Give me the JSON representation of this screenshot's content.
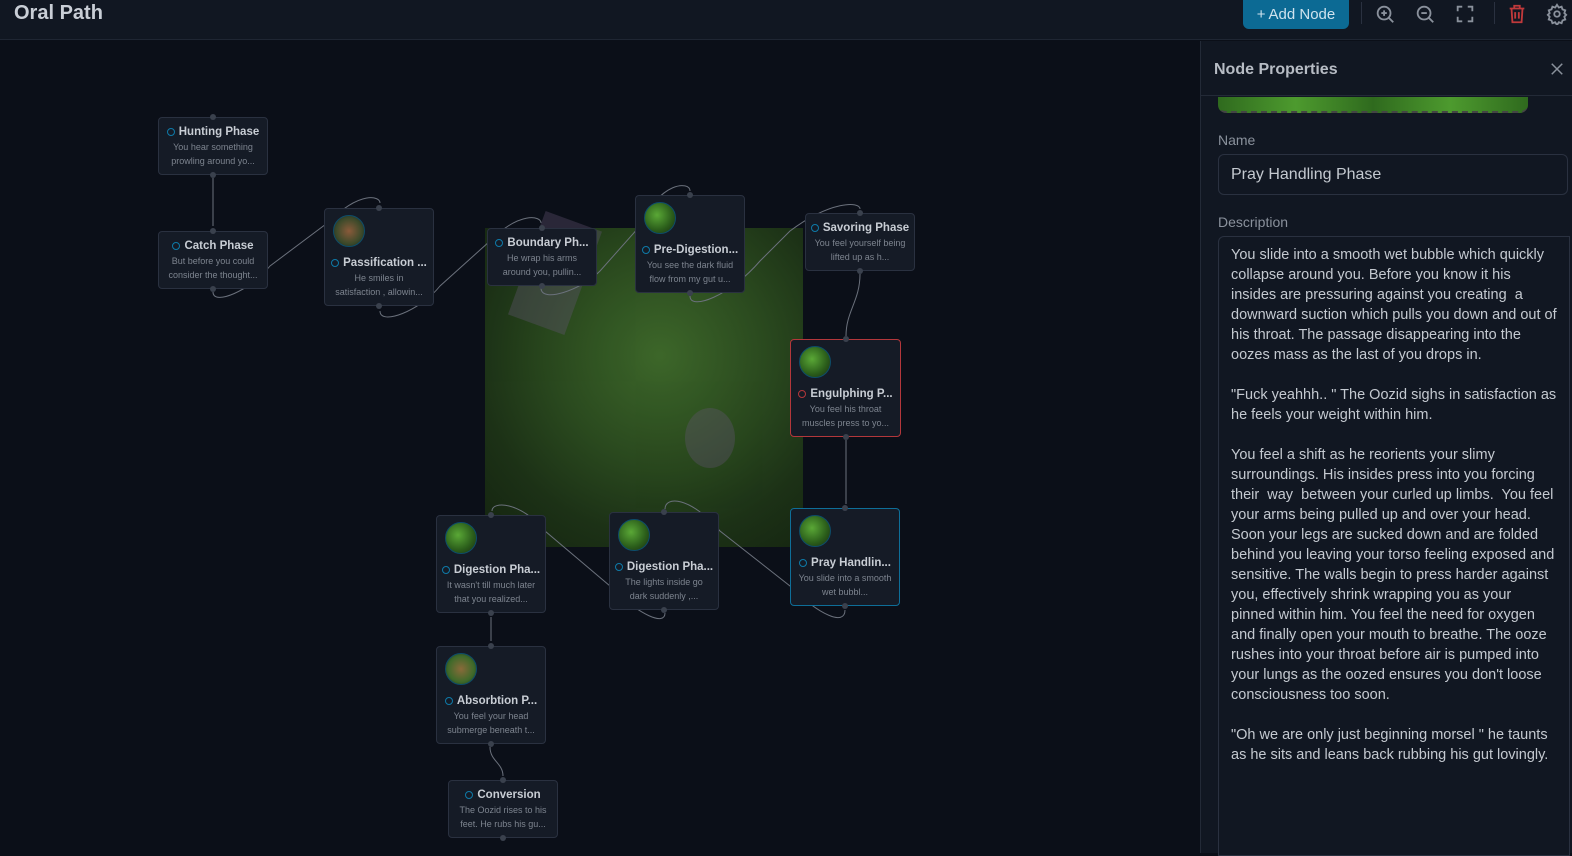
{
  "header": {
    "title": "Oral Path",
    "add_node_label": "Add Node",
    "add_icon": "+"
  },
  "toolbar": {
    "icons": [
      "zoom-in-icon",
      "zoom-out-icon",
      "fullscreen-icon",
      "trash-icon",
      "gear-icon"
    ],
    "delete_color": "#c0393b",
    "accent": "#0c6a94"
  },
  "nodes": [
    {
      "title": "Hunting Phase",
      "desc": "You hear something prowling around yo..."
    },
    {
      "title": "Catch Phase",
      "desc": "But before you could consider the thought..."
    },
    {
      "title": "Passification ...",
      "desc": "He smiles in satisfaction , allowin..."
    },
    {
      "title": "Boundary Ph...",
      "desc": "He wrap his arms around you, pullin..."
    },
    {
      "title": "Pre-Digestion...",
      "desc": "You see the dark fluid flow from my gut u..."
    },
    {
      "title": "Savoring Phase",
      "desc": "You feel yourself being lifted up as h..."
    },
    {
      "title": "Engulphing P...",
      "desc": "You feel his throat muscles press to yo..."
    },
    {
      "title": "Pray Handlin...",
      "desc": "You slide into a smooth wet bubbl..."
    },
    {
      "title": "Digestion Pha...",
      "desc": "It wasn't till much later that you realized..."
    },
    {
      "title": "Digestion Pha...",
      "desc": "The lights inside go dark suddenly ,..."
    },
    {
      "title": "Absorbtion P...",
      "desc": "You feel your head submerge beneath t..."
    },
    {
      "title": "Conversion",
      "desc": "The Oozid rises to his feet. He rubs his gu..."
    }
  ],
  "panel": {
    "title": "Node Properties",
    "name_label": "Name",
    "name_value": "Pray Handling Phase",
    "description_label": "Description",
    "description_value": "You slide into a smooth wet bubble which quickly collapse around you. Before you know it his insides are pressuring against you creating  a downward suction which pulls you down and out of his throat. The passage disappearing into the oozes mass as the last of you drops in.\n\n\"Fuck yeahhh.. \" The Oozid sighs in satisfaction as he feels your weight within him.\n\nYou feel a shift as he reorients your slimy surroundings. His insides press into you forcing their  way  between your curled up limbs.  You feel your arms being pulled up and over your head. Soon your legs are sucked down and are folded behind you leaving your torso feeling exposed and sensitive. The walls begin to press harder against you, effectively shrink wrapping you as your pinned within him. You feel the need for oxygen and finally open your mouth to breathe. The ooze rushes into your throat before air is pumped into your lungs as the oozed ensures you don't loose consciousness too soon.\n\n\"Oh we are only just beginning morsel \" he taunts as he sits and leans back rubbing his gut lovingly."
  }
}
